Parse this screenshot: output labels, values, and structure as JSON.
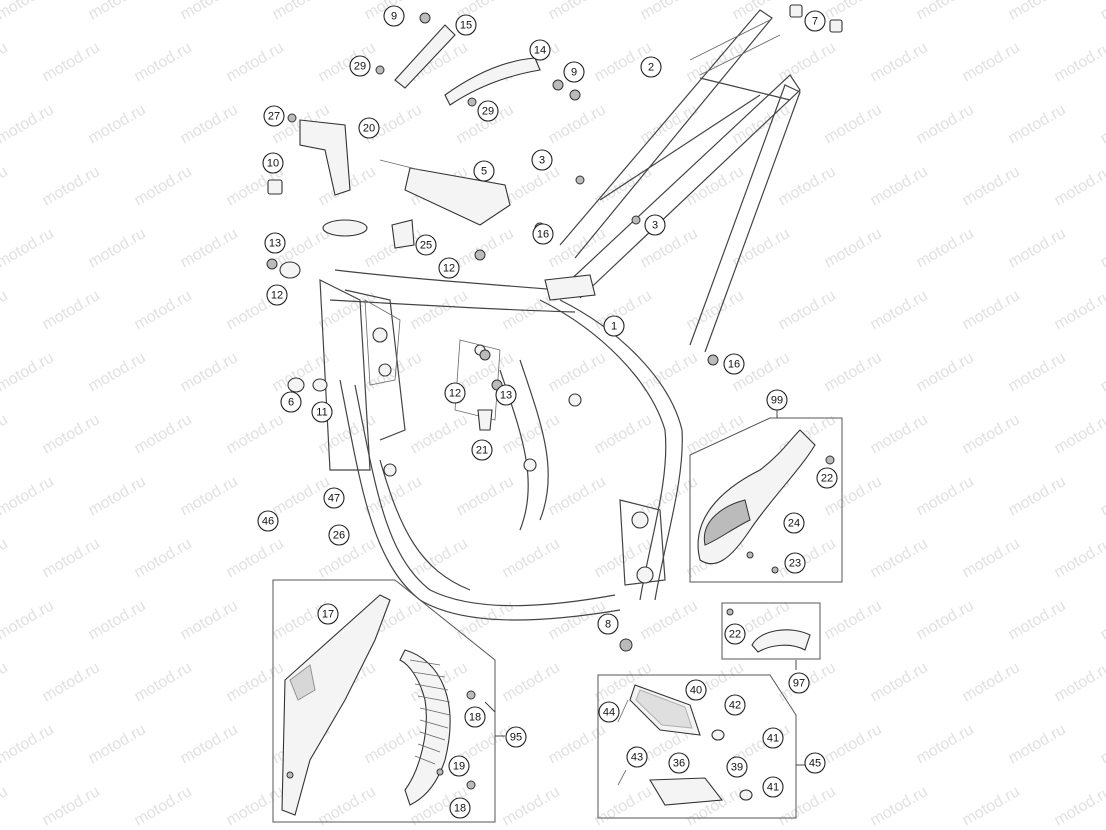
{
  "watermark": {
    "text": "motod.ru"
  },
  "callouts": [
    {
      "id": "c1",
      "label": "9"
    },
    {
      "id": "c2",
      "label": "15"
    },
    {
      "id": "c3",
      "label": "7"
    },
    {
      "id": "c4",
      "label": "29"
    },
    {
      "id": "c5",
      "label": "14"
    },
    {
      "id": "c6",
      "label": "9"
    },
    {
      "id": "c7",
      "label": "2"
    },
    {
      "id": "c8",
      "label": "29"
    },
    {
      "id": "c9",
      "label": "27"
    },
    {
      "id": "c10",
      "label": "20"
    },
    {
      "id": "c11",
      "label": "10"
    },
    {
      "id": "c12",
      "label": "3"
    },
    {
      "id": "c13",
      "label": "5"
    },
    {
      "id": "c14",
      "label": "3"
    },
    {
      "id": "c15",
      "label": "16"
    },
    {
      "id": "c16",
      "label": "13"
    },
    {
      "id": "c17",
      "label": "25"
    },
    {
      "id": "c18",
      "label": "12"
    },
    {
      "id": "c19",
      "label": "12"
    },
    {
      "id": "c20",
      "label": "1"
    },
    {
      "id": "c21",
      "label": "16"
    },
    {
      "id": "c22",
      "label": "12"
    },
    {
      "id": "c23",
      "label": "13"
    },
    {
      "id": "c24",
      "label": "6"
    },
    {
      "id": "c25",
      "label": "11"
    },
    {
      "id": "c26",
      "label": "99"
    },
    {
      "id": "c27",
      "label": "21"
    },
    {
      "id": "c28",
      "label": "22"
    },
    {
      "id": "c29",
      "label": "47"
    },
    {
      "id": "c30",
      "label": "46"
    },
    {
      "id": "c31",
      "label": "24"
    },
    {
      "id": "c32",
      "label": "26"
    },
    {
      "id": "c33",
      "label": "23"
    },
    {
      "id": "c34",
      "label": "17"
    },
    {
      "id": "c35",
      "label": "8"
    },
    {
      "id": "c36",
      "label": "22"
    },
    {
      "id": "c37",
      "label": "97"
    },
    {
      "id": "c38",
      "label": "40"
    },
    {
      "id": "c39",
      "label": "18"
    },
    {
      "id": "c40",
      "label": "44"
    },
    {
      "id": "c41",
      "label": "42"
    },
    {
      "id": "c42",
      "label": "95"
    },
    {
      "id": "c43",
      "label": "41"
    },
    {
      "id": "c44",
      "label": "43"
    },
    {
      "id": "c45",
      "label": "36"
    },
    {
      "id": "c46",
      "label": "19"
    },
    {
      "id": "c47",
      "label": "39"
    },
    {
      "id": "c48",
      "label": "45"
    },
    {
      "id": "c49",
      "label": "41"
    },
    {
      "id": "c50",
      "label": "18"
    }
  ]
}
